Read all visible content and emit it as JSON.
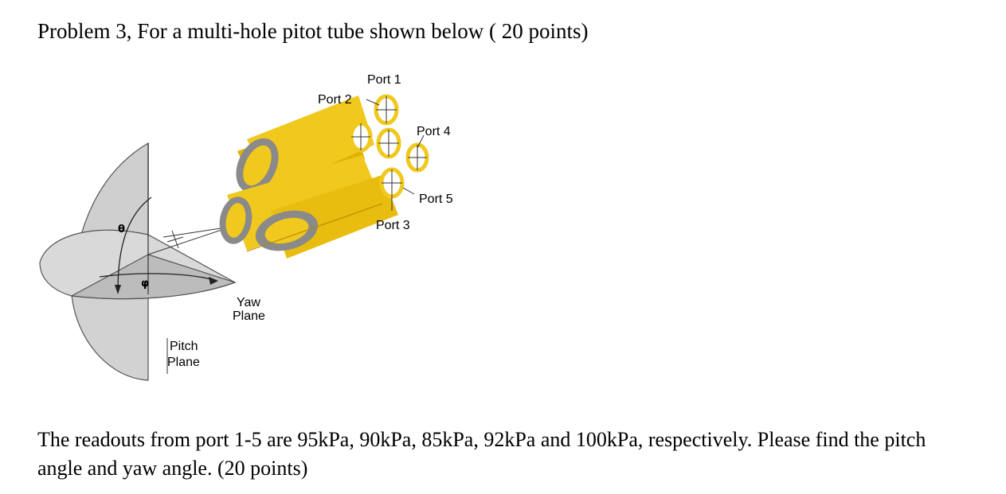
{
  "problem": {
    "title": "Problem 3, For a multi-hole pitot tube shown below ( 20 points)"
  },
  "figure": {
    "labels": {
      "port1": "Port 1",
      "port2": "Port 2",
      "port3": "Port 3",
      "port4": "Port 4",
      "port5": "Port 5",
      "yaw_plane_line1": "Yaw",
      "yaw_plane_line2": "Plane",
      "pitch_plane_line1": "Pitch",
      "pitch_plane_line2": "Plane",
      "theta": "θ",
      "phi": "φ"
    },
    "colors": {
      "tube_yellow": "#f0c81e",
      "tube_dark": "#c89a00",
      "ring_gray": "#8a8a8a",
      "plane_gray": "#d2d2d2"
    }
  },
  "question": {
    "text": "The readouts from port 1-5 are 95kPa, 90kPa, 85kPa, 92kPa and 100kPa, respectively. Please find the pitch angle and yaw angle. (20 points)"
  }
}
